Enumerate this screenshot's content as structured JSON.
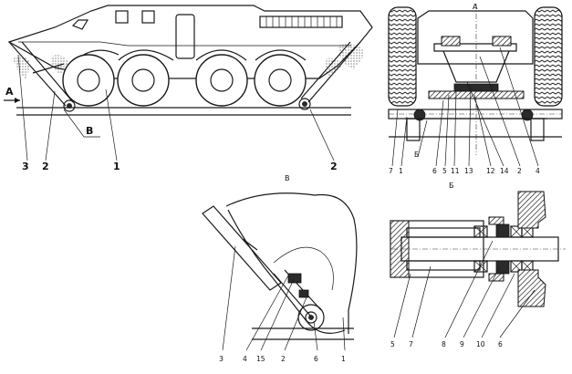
{
  "main_view": {
    "arrow_label": "А",
    "section_label": "В",
    "callouts": [
      "3",
      "2",
      "1",
      "2"
    ]
  },
  "front_view": {
    "section_label": "А",
    "callouts": [
      "7",
      "1",
      "Б",
      "6",
      "5",
      "11",
      "13",
      "12",
      "14",
      "2",
      "4"
    ]
  },
  "detail_v": {
    "title": "В",
    "callouts": [
      "3",
      "4",
      "15",
      "2",
      "6",
      "1"
    ]
  },
  "detail_b": {
    "title": "Б",
    "callouts": [
      "5",
      "7",
      "8",
      "9",
      "10",
      "6"
    ]
  }
}
